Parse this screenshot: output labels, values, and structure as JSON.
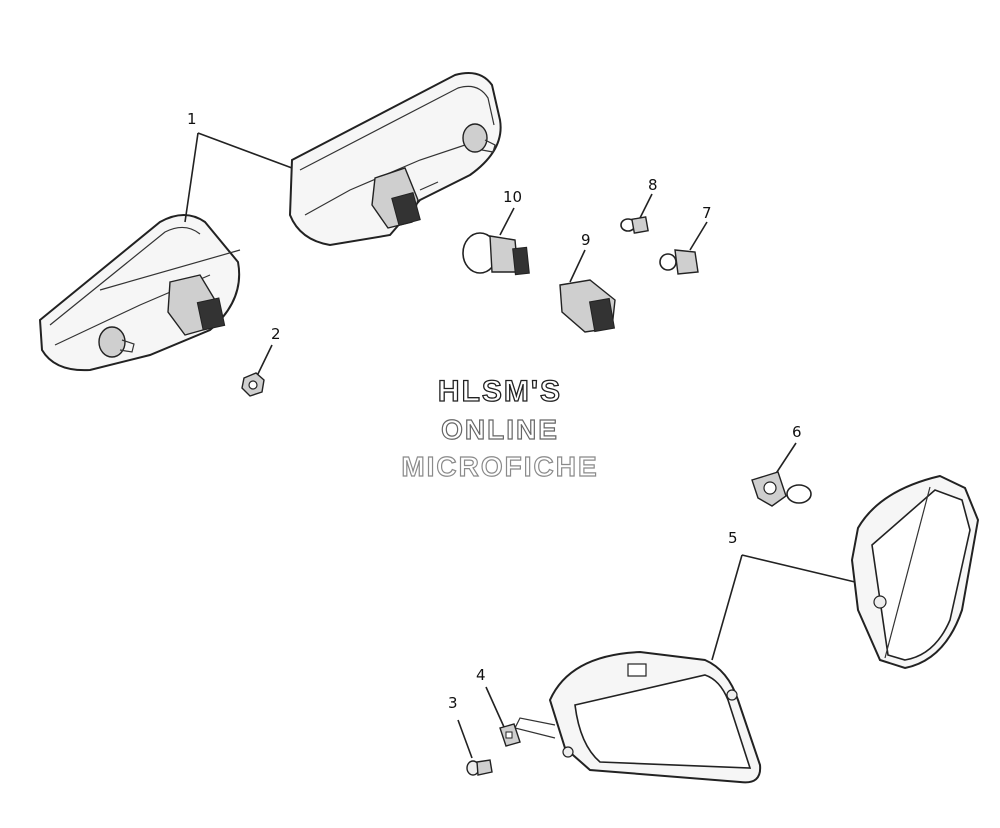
{
  "watermark": {
    "line1": "HLSM'S",
    "line2": "ONLINE",
    "line3": "MICROFICHE"
  },
  "callouts": [
    {
      "id": "1",
      "label": "1"
    },
    {
      "id": "2",
      "label": "2"
    },
    {
      "id": "3",
      "label": "3"
    },
    {
      "id": "4",
      "label": "4"
    },
    {
      "id": "5",
      "label": "5"
    },
    {
      "id": "6",
      "label": "6"
    },
    {
      "id": "7",
      "label": "7"
    },
    {
      "id": "8",
      "label": "8"
    },
    {
      "id": "9",
      "label": "9"
    },
    {
      "id": "10",
      "label": "10"
    }
  ]
}
